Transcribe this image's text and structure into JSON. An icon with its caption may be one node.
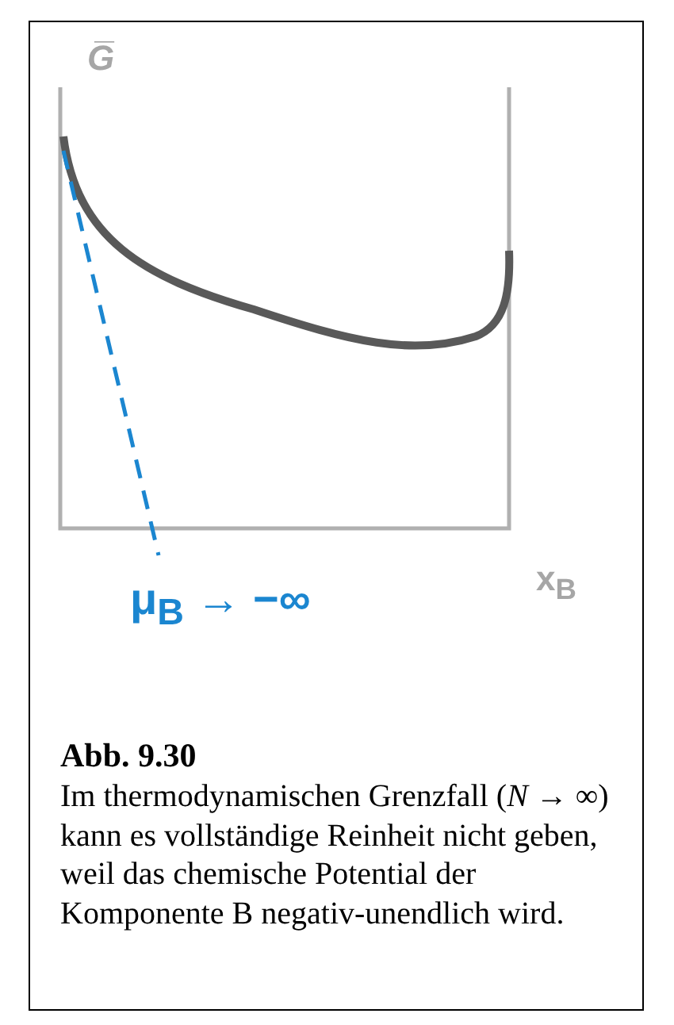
{
  "diagram": {
    "title": "Abb. 9.30",
    "caption": "Im thermodynamischen Grenzfall (*N* → ∞) kann es vollständige Reinheit nicht geben, weil das chemische Potential der Komponente B negativ-unendlich wird.",
    "labels": [
      "G̅",
      "x$_{B}$",
      "μ$_{B}$ → −∞"
    ]
  }
}
